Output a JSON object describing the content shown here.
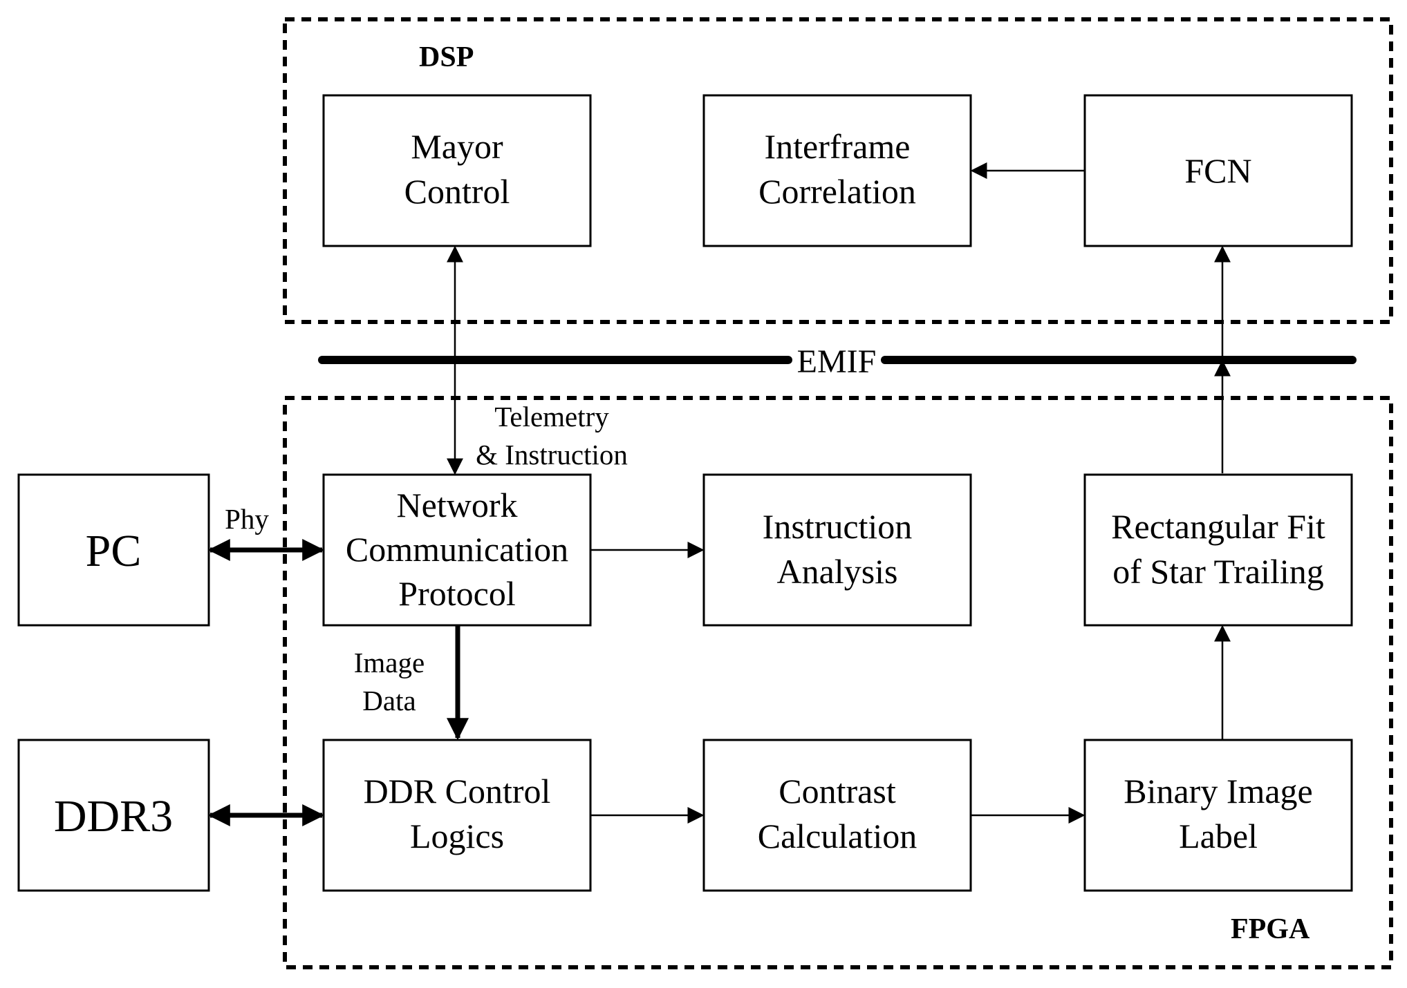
{
  "regions": {
    "dsp": {
      "label": "DSP"
    },
    "fpga": {
      "label": "FPGA"
    }
  },
  "bus": {
    "label": "EMIF"
  },
  "blocks": {
    "pc": {
      "lines": [
        "PC"
      ]
    },
    "ddr3": {
      "lines": [
        "DDR3"
      ]
    },
    "mayor_control": {
      "lines": [
        "Mayor",
        "Control"
      ]
    },
    "interframe_correlation": {
      "lines": [
        "Interframe",
        "Correlation"
      ]
    },
    "fcn": {
      "lines": [
        "FCN"
      ]
    },
    "network_protocol": {
      "lines": [
        "Network",
        "Communication",
        "Protocol"
      ]
    },
    "instruction_analysis": {
      "lines": [
        "Instruction",
        "Analysis"
      ]
    },
    "rectangular_fit": {
      "lines": [
        "Rectangular Fit",
        "of Star Trailing"
      ]
    },
    "ddr_control": {
      "lines": [
        "DDR Control",
        "Logics"
      ]
    },
    "contrast_calculation": {
      "lines": [
        "Contrast",
        "Calculation"
      ]
    },
    "binary_label": {
      "lines": [
        "Binary Image",
        "Label"
      ]
    }
  },
  "edge_labels": {
    "phy": "Phy",
    "telemetry": [
      "Telemetry",
      "& Instruction"
    ],
    "image_data": [
      "Image",
      "Data"
    ]
  }
}
